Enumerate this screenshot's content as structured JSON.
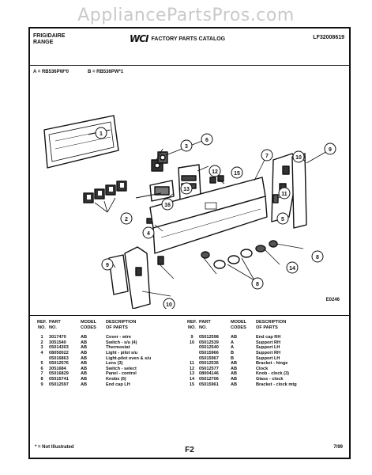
{
  "watermark": "AppliancePartsPros.com",
  "header": {
    "brand_line1": "FRIGIDAIRE",
    "brand_line2": "RANGE",
    "logo_text": "WCI",
    "catalog_title": "FACTORY PARTS CATALOG",
    "catalog_code": "LF32008619"
  },
  "models": {
    "a": "A = RB536PW*0",
    "b": "B = RB536PW*1"
  },
  "diagram": {
    "code": "E0246",
    "callouts": [
      "1",
      "2",
      "3",
      "4",
      "5",
      "6",
      "7",
      "8",
      "9",
      "10",
      "11",
      "12",
      "13",
      "14",
      "15",
      "16"
    ]
  },
  "table": {
    "headers": {
      "ref": [
        "REF.",
        "NO."
      ],
      "part": [
        "PART",
        "NO."
      ],
      "code": [
        "MODEL",
        "CODES"
      ],
      "desc": [
        "DESCRIPTION",
        "OF PARTS"
      ]
    },
    "left_rows": [
      {
        "ref": "1",
        "part": "3017470",
        "code": "AB",
        "desc": "Cover - wire"
      },
      {
        "ref": "2",
        "part": "3051540",
        "code": "AB",
        "desc": "Switch - s/u (4)"
      },
      {
        "ref": "3",
        "part": "05014303",
        "code": "AB",
        "desc": "Thermostat"
      },
      {
        "ref": "4",
        "part": "08050022",
        "code": "AB",
        "desc": "Light - pilot s/u"
      },
      {
        "ref": "",
        "part": "05016863",
        "code": "AB",
        "desc": "Light-pilot oven & s/u"
      },
      {
        "ref": "5",
        "part": "05012576",
        "code": "AB",
        "desc": "Lens (3)"
      },
      {
        "ref": "6",
        "part": "3051684",
        "code": "AB",
        "desc": "Switch - select"
      },
      {
        "ref": "7",
        "part": "05016829",
        "code": "AB",
        "desc": "Panel - control"
      },
      {
        "ref": "8",
        "part": "05015741",
        "code": "AB",
        "desc": "Knobs (6)"
      },
      {
        "ref": "9",
        "part": "05012597",
        "code": "AB",
        "desc": "End cap LH"
      }
    ],
    "right_rows": [
      {
        "ref": "9",
        "part": "05012598",
        "code": "AB",
        "desc": "End cap RH"
      },
      {
        "ref": "10",
        "part": "05012539",
        "code": "A",
        "desc": "Support RH"
      },
      {
        "ref": "",
        "part": "05012540",
        "code": "A",
        "desc": "Support LH"
      },
      {
        "ref": "",
        "part": "05015966",
        "code": "B",
        "desc": "Support RH"
      },
      {
        "ref": "",
        "part": "05015967",
        "code": "B",
        "desc": "Support LH"
      },
      {
        "ref": "11",
        "part": "05012536",
        "code": "AB",
        "desc": "Bracket - hinge"
      },
      {
        "ref": "12",
        "part": "05012577",
        "code": "AB",
        "desc": "Clock"
      },
      {
        "ref": "13",
        "part": "08004146",
        "code": "AB",
        "desc": "Knob - clock (3)"
      },
      {
        "ref": "14",
        "part": "05012706",
        "code": "AB",
        "desc": "Glass - clock"
      },
      {
        "ref": "15",
        "part": "05015961",
        "code": "AB",
        "desc": "Bracket - clock mtg"
      }
    ]
  },
  "footer": {
    "note": "* = Not Illustrated",
    "page": "F2",
    "date": "7/99"
  }
}
